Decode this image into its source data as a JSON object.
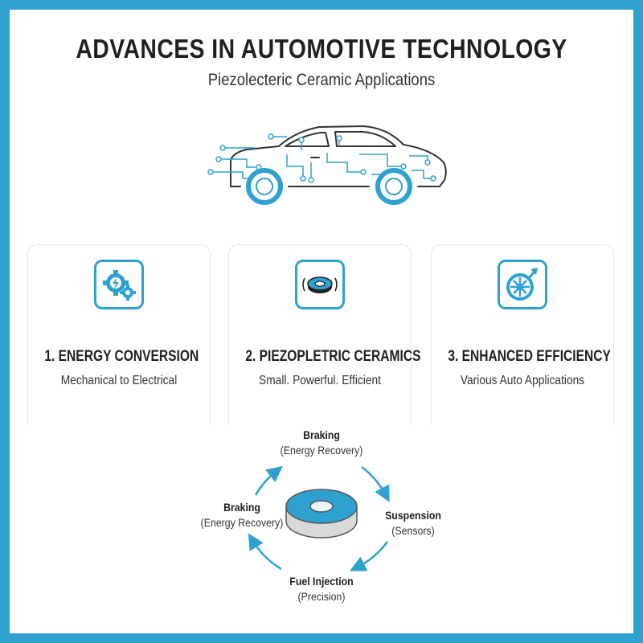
{
  "header": {
    "title": "ADVANCES IN AUTOMOTIVE TECHNOLOGY",
    "subtitle": "Piezolecteric Ceramic Applications"
  },
  "cards": [
    {
      "title": "1. ENERGY CONVERSION",
      "description": "Mechanical to Electrical",
      "icon": "gears-lightning-icon"
    },
    {
      "title": "2. PIEZOPLETRIC CERAMICS",
      "description": "Small. Powerful. Efficient",
      "icon": "ceramic-disc-icon"
    },
    {
      "title": "3. ENHANCED EFFICIENCY",
      "description": "Various Auto Applications",
      "icon": "wheel-arrow-icon"
    }
  ],
  "cycle": {
    "top": {
      "title": "Braking",
      "subtitle": "(Energy Recovery)"
    },
    "right": {
      "title": "Suspension",
      "subtitle": "(Sensors)"
    },
    "bottom": {
      "title": "Fuel Injection",
      "subtitle": "(Precision)"
    },
    "left": {
      "title": "Braking",
      "subtitle": "(Energy Recovery)"
    }
  },
  "colors": {
    "accent": "#2ea1d1",
    "text": "#1f1f1f"
  }
}
